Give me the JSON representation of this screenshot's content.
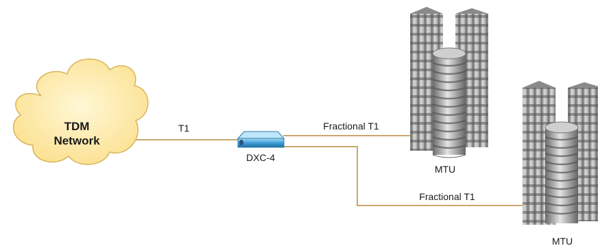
{
  "cloud": {
    "line1": "TDM",
    "line2": "Network"
  },
  "links": {
    "t1": "T1",
    "fractional_upper": "Fractional T1",
    "fractional_lower": "Fractional T1"
  },
  "device": {
    "label": "DXC-4"
  },
  "buildings": {
    "upper_label": "MTU",
    "lower_label": "MTU"
  },
  "colors": {
    "line": "#c9a76b",
    "cloud_fill": "#fde7a6",
    "cloud_stroke": "#d7b45a",
    "device": "#3f9fd6",
    "building_light": "#e6e6e6",
    "building_dark": "#7a7a7a"
  }
}
